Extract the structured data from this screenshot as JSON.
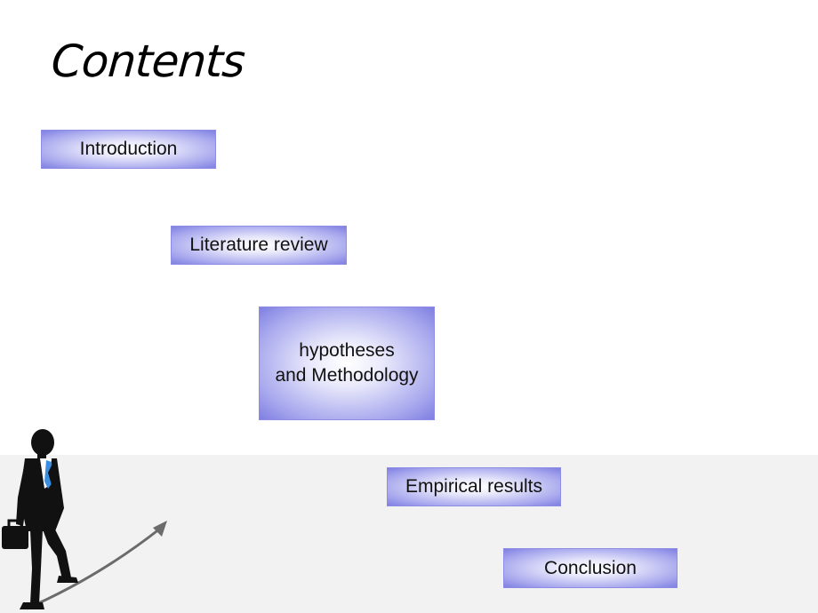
{
  "slide": {
    "title": "Contents",
    "steps": [
      {
        "lines": [
          "Introduction"
        ]
      },
      {
        "lines": [
          "Literature review"
        ]
      },
      {
        "lines": [
          "hypotheses",
          "and Methodology"
        ]
      },
      {
        "lines": [
          "Empirical results"
        ]
      },
      {
        "lines": [
          "Conclusion"
        ]
      }
    ]
  },
  "colors": {
    "step_fill_center": "#ffffff",
    "step_fill_edge": "#7f7fe2",
    "floor": "#f2f2f2",
    "tie": "#3a8ee0",
    "arrow": "#6b6b6b"
  },
  "icons": {
    "figure": "businessman-climbing-icon",
    "arrow": "growth-arrow-icon"
  }
}
